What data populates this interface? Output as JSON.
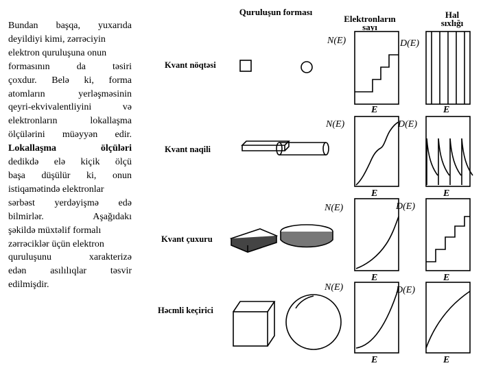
{
  "paragraph": {
    "lines": [
      [
        "Bundan",
        "başqa,",
        "yuxarıda"
      ],
      [
        "deyildiyi kimi, zərrəciyin"
      ],
      [
        "elektron quruluşuna onun"
      ],
      [
        "formasının",
        "da",
        "təsiri"
      ],
      [
        "çoxdur.",
        "Belə",
        "ki,",
        "forma"
      ],
      [
        "atomların",
        "yerləşməsinin"
      ],
      [
        "qeyri-ekvivalentliyini",
        "və"
      ],
      [
        "elektronların",
        "lokallaşma"
      ],
      [
        "ölçülərini",
        "müəyyən",
        "edir."
      ],
      [
        "Lokallaşma",
        "ölçüləri"
      ],
      [
        "dedikdə",
        "elə",
        "kiçik",
        "ölçü"
      ],
      [
        "başa",
        "düşülür",
        "ki,",
        "onun"
      ],
      [
        "istiqamətində elektronlar"
      ],
      [
        "sərbəst",
        "yerdəyişmə",
        "edə"
      ],
      [
        "bilmirlər.",
        "Aşağıdakı"
      ],
      [
        "şəkildə müxtəlif formalı"
      ],
      [
        "zərrəciklər üçün elektron"
      ],
      [
        "quruluşunu",
        "xarakterizə"
      ],
      [
        "edən",
        "asılılıqlar",
        "təsvir"
      ],
      [
        "edilmişdir."
      ]
    ]
  },
  "figure": {
    "headers": {
      "form": "Quruluşun forması",
      "count_line1": "Elektronların",
      "count_line2": "sayı",
      "density_line1": "Hal",
      "density_line2": "sıxlığı"
    },
    "rows": [
      {
        "label": "Kvant nöqtəsi",
        "n_label": "N(E)",
        "d_label": "D(E)",
        "axis_left": "E",
        "axis_right": "E"
      },
      {
        "label": "Kvant naqili",
        "n_label": "N(E)",
        "d_label": "D(E)",
        "axis_left": "E",
        "axis_right": "E"
      },
      {
        "label": "Kvant çuxuru",
        "n_label": "N(E)",
        "d_label": "D(E)",
        "axis_left": "E",
        "axis_right": "E"
      },
      {
        "label": "Həcmli keçirici",
        "n_label": "N(E)",
        "d_label": "D(E)",
        "axis_left": "E",
        "axis_right": "E"
      }
    ]
  }
}
